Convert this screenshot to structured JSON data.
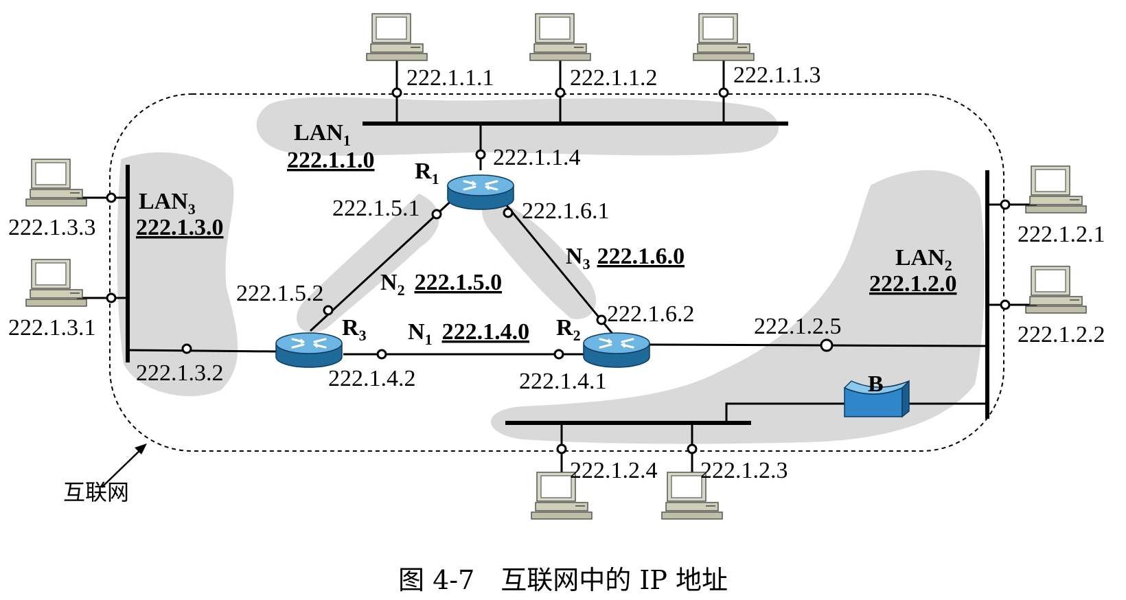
{
  "caption": "图 4-7　互联网中的 IP 地址",
  "internet_label": "互联网",
  "networks": {
    "lan1": {
      "name": "LAN",
      "sub": "1",
      "address": "222.1.1.0"
    },
    "lan2": {
      "name": "LAN",
      "sub": "2",
      "address": "222.1.2.0"
    },
    "lan3": {
      "name": "LAN",
      "sub": "3",
      "address": "222.1.3.0"
    },
    "n1": {
      "name": "N",
      "sub": "1",
      "address": "222.1.4.0"
    },
    "n2": {
      "name": "N",
      "sub": "2",
      "address": "222.1.5.0"
    },
    "n3": {
      "name": "N",
      "sub": "3",
      "address": "222.1.6.0"
    }
  },
  "routers": {
    "r1": {
      "name": "R",
      "sub": "1"
    },
    "r2": {
      "name": "R",
      "sub": "2"
    },
    "r3": {
      "name": "R",
      "sub": "3"
    }
  },
  "bridge": {
    "name": "B"
  },
  "addresses": {
    "h111": "222.1.1.1",
    "h112": "222.1.1.2",
    "h113": "222.1.1.3",
    "r1_lan1": "222.1.1.4",
    "r1_n2": "222.1.5.1",
    "r1_n3": "222.1.6.1",
    "r3_n2": "222.1.5.2",
    "r2_n3": "222.1.6.2",
    "r3_n1": "222.1.4.2",
    "r2_n1": "222.1.4.1",
    "r2_lan2": "222.1.2.5",
    "r3_lan3": "222.1.3.2",
    "h133": "222.1.3.3",
    "h131": "222.1.3.1",
    "h121": "222.1.2.1",
    "h122": "222.1.2.2",
    "h124": "222.1.2.4",
    "h123": "222.1.2.3"
  }
}
